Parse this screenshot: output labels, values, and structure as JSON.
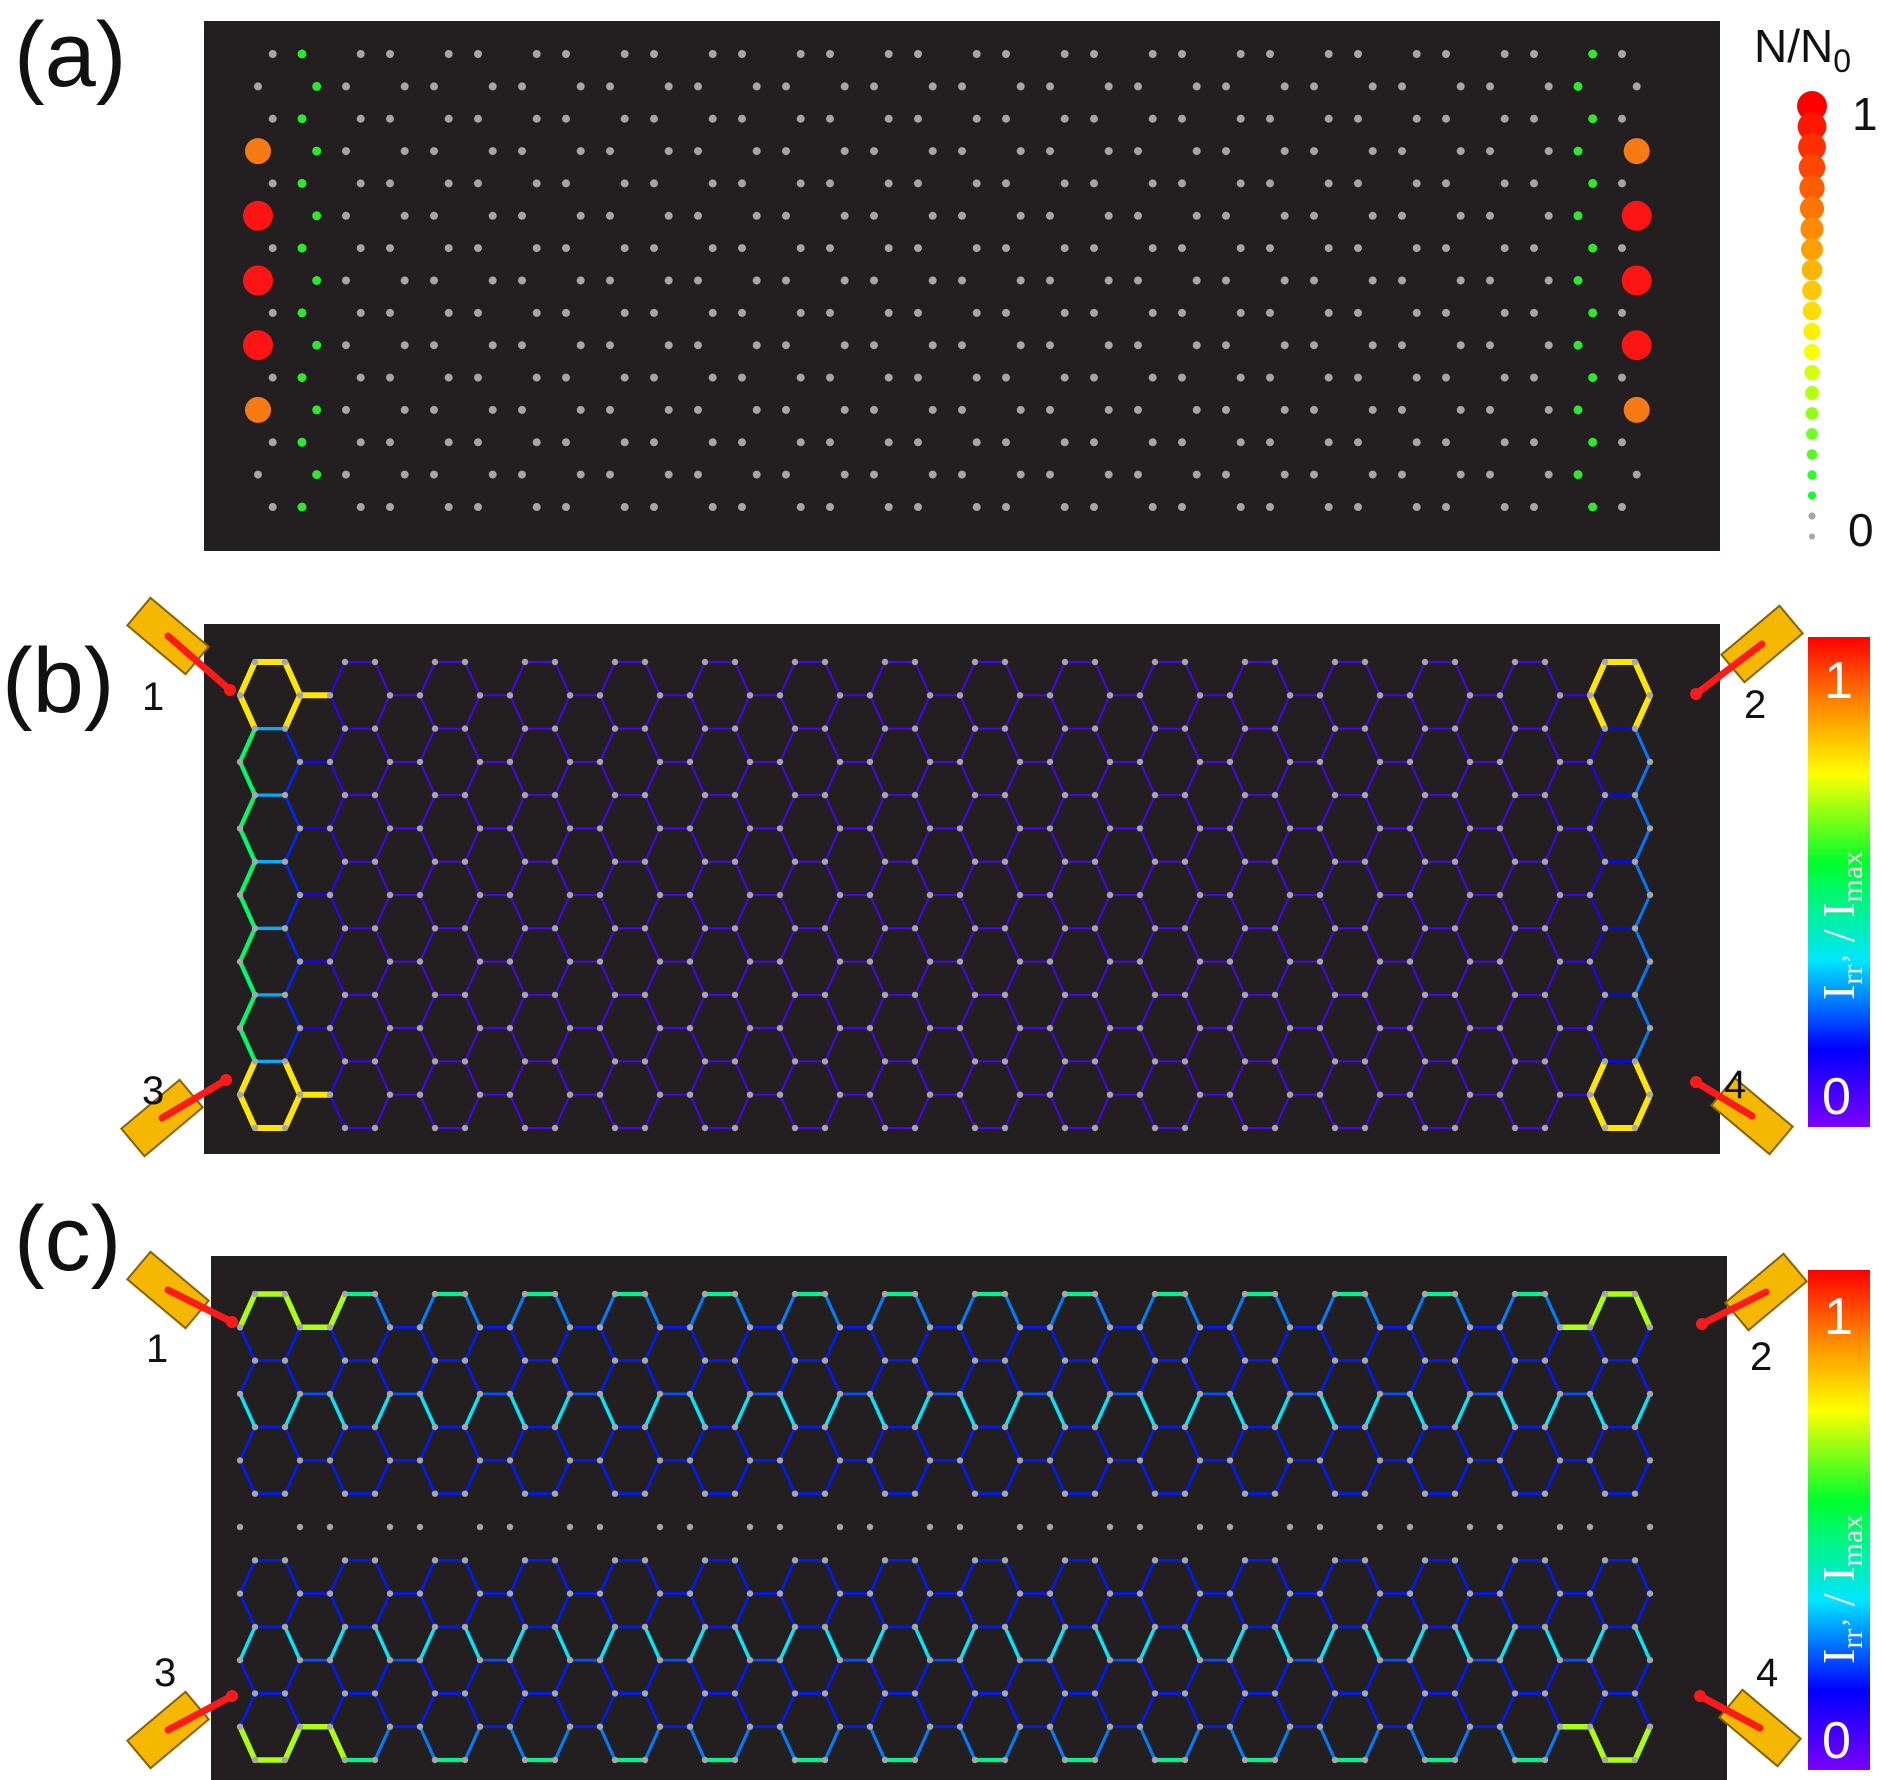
{
  "panels": {
    "a": {
      "label": "(a)"
    },
    "b": {
      "label": "(b)"
    },
    "c": {
      "label": "(c)"
    }
  },
  "leads": [
    "1",
    "2",
    "3",
    "4"
  ],
  "legend_a": {
    "title": "N/N",
    "title_sub": "0",
    "max": "1",
    "min": "0"
  },
  "colorbar": {
    "title": "I",
    "title_sub1": "rr’",
    "title_mid": " / I",
    "title_sub2": "max",
    "max": "1",
    "min": "0"
  },
  "colors": {
    "background": "#231f20",
    "site_empty": "#a6a6a6",
    "site_low": "#2ee82e",
    "site_mid": "#f77a12",
    "site_high": "#ff1414",
    "lead_fill": "#f5b800",
    "lead_stroke": "#8a6200",
    "injection_arrow": "#ff1a1a"
  }
}
